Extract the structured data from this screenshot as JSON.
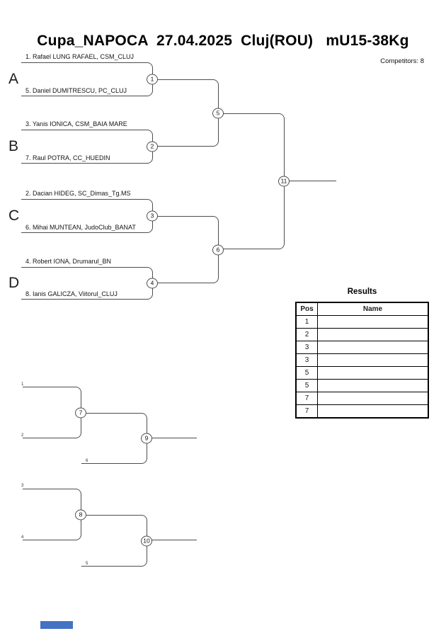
{
  "page": {
    "title": "Cupa_NAPOCA  27.04.2025  Cluj(ROU)   mU15-38Kg",
    "competitors_label": "Competitors: 8"
  },
  "bracket": {
    "groups": [
      {
        "letter": "A",
        "top_competitor": "1. Rafael LUNG RAFAEL, CSM_CLUJ",
        "bottom_competitor": "5. Daniel DUMITRESCU, PC_CLUJ",
        "match_no": "1"
      },
      {
        "letter": "B",
        "top_competitor": "3. Yanis IONICA, CSM_BAIA MARE",
        "bottom_competitor": "7. Raul POTRA, CC_HUEDIN",
        "match_no": "2"
      },
      {
        "letter": "C",
        "top_competitor": "2. Dacian HIDEG, SC_Dimas_Tg.MS",
        "bottom_competitor": "6. Mihai MUNTEAN, JudoClub_BANAT",
        "match_no": "3"
      },
      {
        "letter": "D",
        "top_competitor": "4. Robert IONA, Drumarul_BN",
        "bottom_competitor": "8. Ianis GALICZA, Viitorul_CLUJ",
        "match_no": "4"
      }
    ],
    "semifinals": [
      {
        "match_no": "5"
      },
      {
        "match_no": "6"
      }
    ],
    "final": {
      "match_no": "11"
    }
  },
  "repechage": [
    {
      "feeder_top": "1",
      "feeder_bottom": "2",
      "match_no": "7",
      "second_feeder": "6",
      "final_match_no": "9"
    },
    {
      "feeder_top": "3",
      "feeder_bottom": "4",
      "match_no": "8",
      "second_feeder": "5",
      "final_match_no": "10"
    }
  ],
  "results": {
    "title": "Results",
    "col_pos": "Pos",
    "col_name": "Name",
    "rows": [
      {
        "pos": "1",
        "name": ""
      },
      {
        "pos": "2",
        "name": ""
      },
      {
        "pos": "3",
        "name": ""
      },
      {
        "pos": "3",
        "name": ""
      },
      {
        "pos": "5",
        "name": ""
      },
      {
        "pos": "5",
        "name": ""
      },
      {
        "pos": "7",
        "name": ""
      },
      {
        "pos": "7",
        "name": ""
      }
    ]
  },
  "footer": {
    "accent_bar_color": "#4472c4"
  }
}
